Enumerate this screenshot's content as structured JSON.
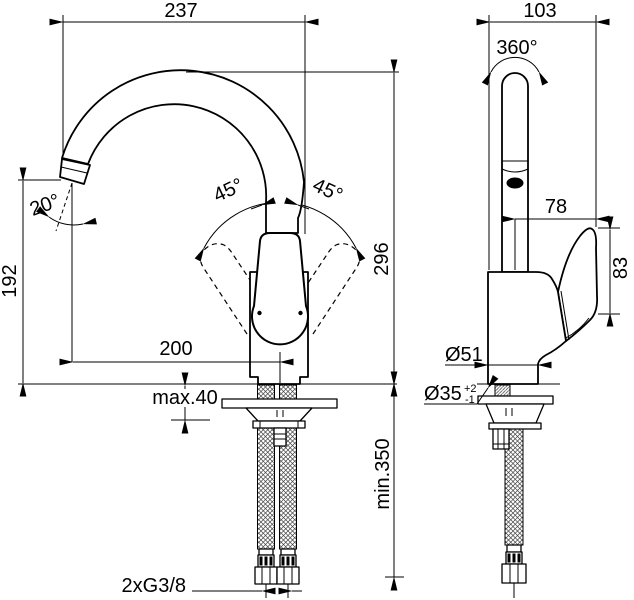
{
  "drawing": {
    "subject": "single-lever kitchen mixer tap installation drawing",
    "colors": {
      "background": "#ffffff",
      "line": "#000000"
    },
    "side_view": {
      "spout_reach_width": "237",
      "spout_end_angle": "20°",
      "swivel_left": "45°",
      "swivel_right": "45°",
      "outlet_height": "192",
      "spout_top_height": "296",
      "reach_to_axis": "200",
      "deck_thickness": "max.40",
      "hose_length": "min.350",
      "connection_thread": "2xG3/8"
    },
    "front_view": {
      "head_width": "103",
      "spout_rotation": "360°",
      "handle_reach": "78",
      "handle_length": "83",
      "base_diameter": "Ø51",
      "hole_diameter": "Ø35",
      "hole_tol_plus": "+2",
      "hole_tol_minus": "-1"
    }
  }
}
